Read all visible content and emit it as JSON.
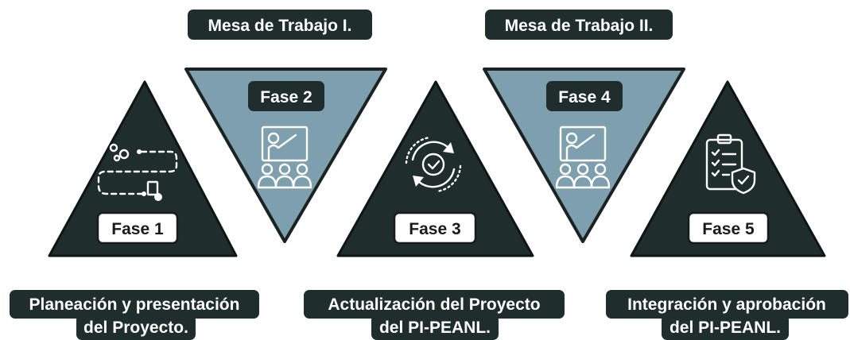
{
  "headers": {
    "mesa_1": "Mesa de Trabajo I.",
    "mesa_2": "Mesa de Trabajo II."
  },
  "phases": [
    {
      "label": "Fase 1",
      "icon": "workflow-icon"
    },
    {
      "label": "Fase 2",
      "icon": "teacher-audience-icon"
    },
    {
      "label": "Fase 3",
      "icon": "refresh-check-icon"
    },
    {
      "label": "Fase 4",
      "icon": "teacher-audience-icon"
    },
    {
      "label": "Fase 5",
      "icon": "clipboard-shield-icon"
    }
  ],
  "captions": {
    "caption_1_line1": "Planeación y presentación",
    "caption_1_line2": "del Proyecto.",
    "caption_3_line1": "Actualización del Proyecto",
    "caption_3_line2": "del PI-PEANL.",
    "caption_5_line1": "Integración y aprobación",
    "caption_5_line2": "del PI-PEANL."
  },
  "colors": {
    "dark": "#1f2d2c",
    "light_blue": "#7e9fad",
    "white": "#ffffff"
  }
}
